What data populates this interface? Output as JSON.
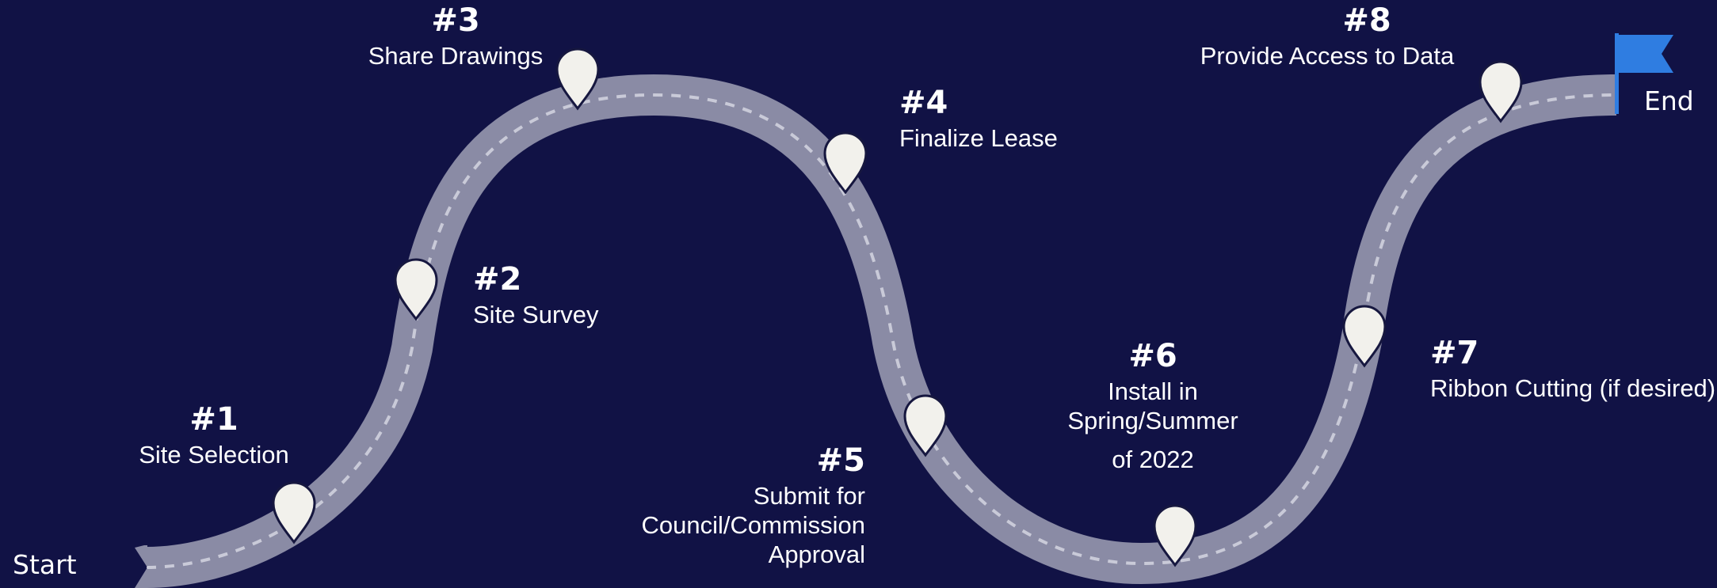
{
  "start_label": "Start",
  "end_label": "End",
  "colors": {
    "background": "#111245",
    "road": "#8a8ba5",
    "road_dashes": "#c9cad8",
    "pin_fill": "#f2f1ec",
    "pin_stroke": "#16173f",
    "flag": "#2f7de1"
  },
  "steps": [
    {
      "number": "#1",
      "label": "Site Selection"
    },
    {
      "number": "#2",
      "label": "Site Survey"
    },
    {
      "number": "#3",
      "label": "Share Drawings"
    },
    {
      "number": "#4",
      "label": "Finalize Lease"
    },
    {
      "number": "#5",
      "label_lines": [
        "Submit for",
        "Council/Commission",
        "Approval"
      ]
    },
    {
      "number": "#6",
      "label_lines": [
        "Install in",
        "Spring/Summer",
        "of 2022"
      ]
    },
    {
      "number": "#7",
      "label": "Ribbon Cutting (if desired)"
    },
    {
      "number": "#8",
      "label": "Provide Access to Data"
    }
  ]
}
